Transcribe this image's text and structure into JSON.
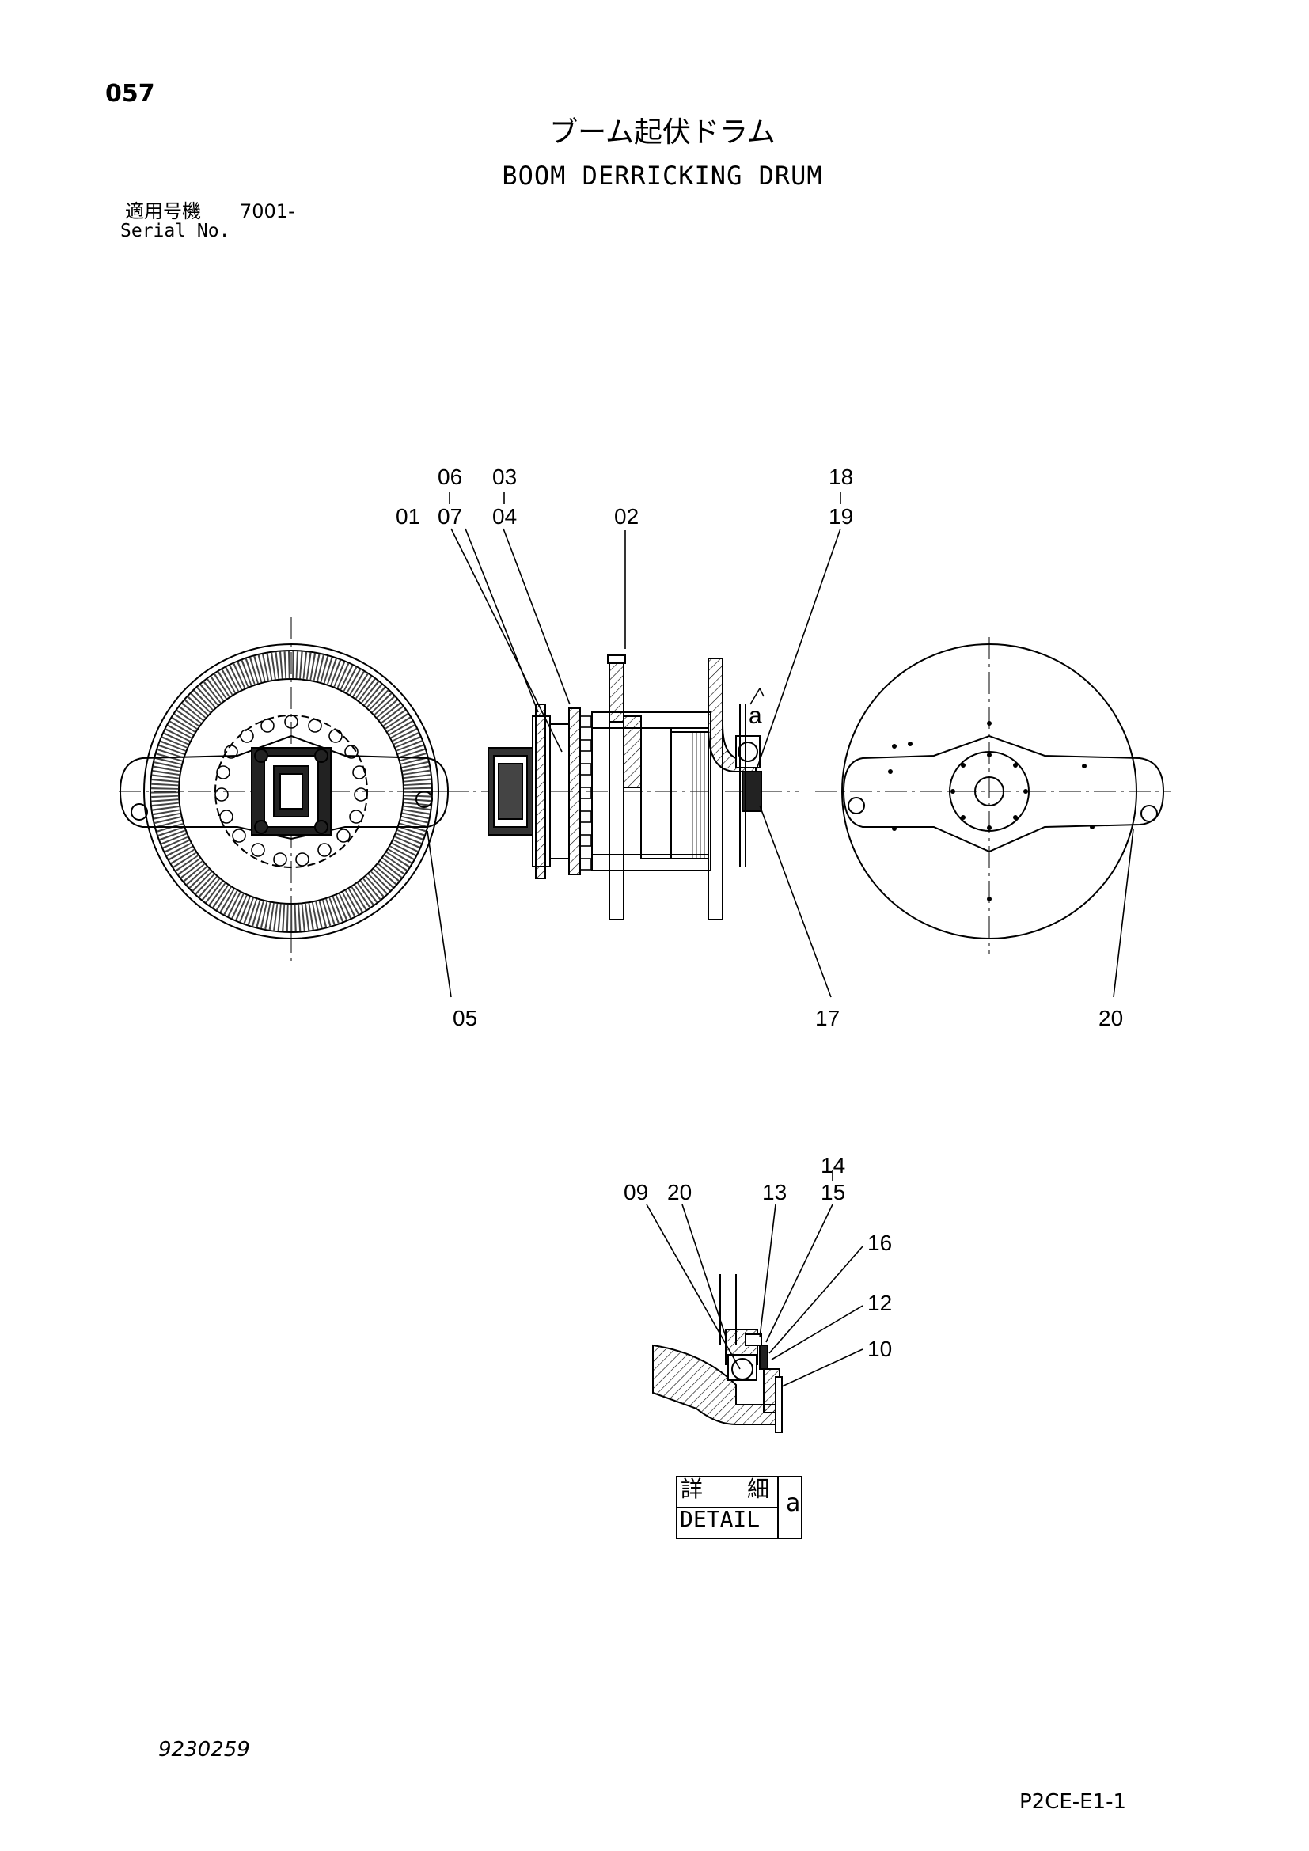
{
  "header": {
    "page_number": "057",
    "title_jp": "ブーム起伏ドラム",
    "title_en": "BOOM DERRICKING DRUM",
    "serial_label_jp": "適用号機",
    "serial_value": "7001-",
    "serial_label_en": "Serial No."
  },
  "diagram": {
    "main_labels": [
      "06",
      "03",
      "01",
      "07",
      "04",
      "02",
      "18",
      "19",
      "05",
      "17",
      "20"
    ],
    "detail_labels": [
      "14",
      "09",
      "20",
      "13",
      "15",
      "16",
      "12",
      "10"
    ],
    "view_marker": "a"
  },
  "detail_tag": {
    "label_jp": "詳　細",
    "label_en": "DETAIL",
    "letter": "a"
  },
  "footer": {
    "figure_number": "9230259",
    "sheet_code": "P2CE-E1-1"
  }
}
